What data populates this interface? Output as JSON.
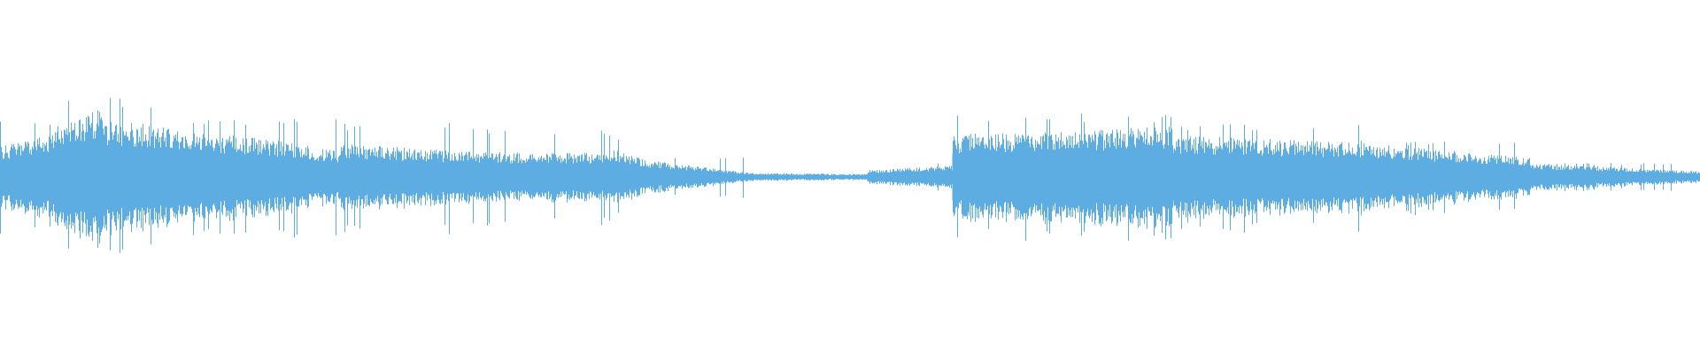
{
  "waveform": {
    "color": "#5dade2",
    "background": "#ffffff",
    "channel_count": 1,
    "segments": [
      {
        "start": 0.0,
        "end": 0.03,
        "amp_start": 0.22,
        "amp_end": 0.3,
        "density": "high",
        "spike_level": 0.42
      },
      {
        "start": 0.03,
        "end": 0.06,
        "amp_start": 0.34,
        "amp_end": 0.5,
        "density": "high",
        "spike_level": 0.55
      },
      {
        "start": 0.06,
        "end": 0.1,
        "amp_start": 0.4,
        "amp_end": 0.36,
        "density": "high",
        "spike_level": 0.56
      },
      {
        "start": 0.1,
        "end": 0.18,
        "amp_start": 0.34,
        "amp_end": 0.24,
        "density": "high",
        "spike_level": 0.42
      },
      {
        "start": 0.18,
        "end": 0.2,
        "amp_start": 0.22,
        "amp_end": 0.18,
        "density": "high",
        "spike_level": 0.44
      },
      {
        "start": 0.2,
        "end": 0.27,
        "amp_start": 0.24,
        "amp_end": 0.18,
        "density": "high",
        "spike_level": 0.38
      },
      {
        "start": 0.27,
        "end": 0.36,
        "amp_start": 0.18,
        "amp_end": 0.17,
        "density": "high",
        "spike_level": 0.34
      },
      {
        "start": 0.36,
        "end": 0.38,
        "amp_start": 0.2,
        "amp_end": 0.12,
        "density": "high",
        "spike_level": 0.28
      },
      {
        "start": 0.38,
        "end": 0.44,
        "amp_start": 0.12,
        "amp_end": 0.03,
        "density": "med",
        "spike_level": 0.14
      },
      {
        "start": 0.44,
        "end": 0.51,
        "amp_start": 0.03,
        "amp_end": 0.02,
        "density": "low",
        "spike_level": 0.03
      },
      {
        "start": 0.51,
        "end": 0.56,
        "amp_start": 0.05,
        "amp_end": 0.08,
        "density": "med",
        "spike_level": 0.1
      },
      {
        "start": 0.56,
        "end": 0.69,
        "amp_start": 0.3,
        "amp_end": 0.36,
        "density": "high",
        "spike_level": 0.45
      },
      {
        "start": 0.69,
        "end": 0.8,
        "amp_start": 0.3,
        "amp_end": 0.24,
        "density": "high",
        "spike_level": 0.38
      },
      {
        "start": 0.8,
        "end": 0.9,
        "amp_start": 0.24,
        "amp_end": 0.14,
        "density": "high",
        "spike_level": 0.26
      },
      {
        "start": 0.9,
        "end": 1.0,
        "amp_start": 0.1,
        "amp_end": 0.04,
        "density": "high",
        "spike_level": 0.1
      }
    ]
  }
}
